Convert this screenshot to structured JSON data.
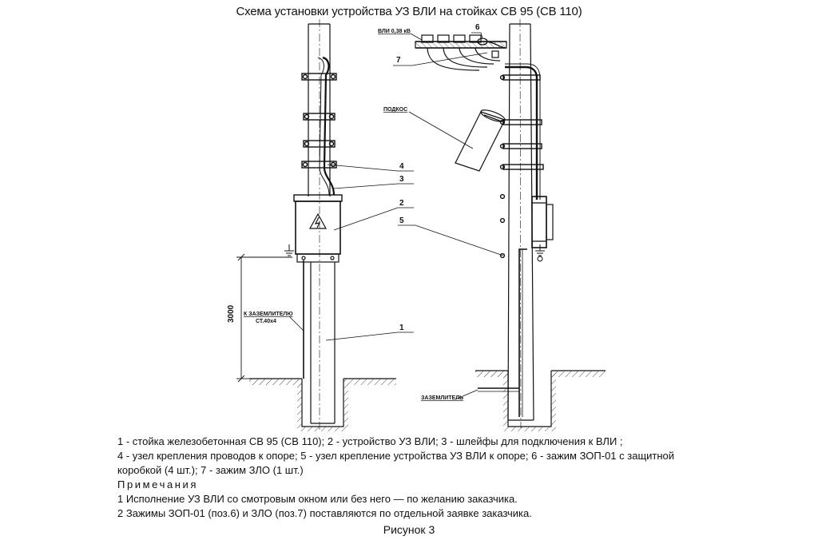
{
  "title": "Схема установки устройства УЗ ВЛИ на стойках СВ 95 (СВ 110)",
  "labels": {
    "vli": "ВЛИ 0,38 кВ",
    "podkos": "ПОДКОС",
    "zazemlitel": "ЗАЗЕМЛИТЕЛЬ",
    "k_zazemlitelyu": "К ЗАЗЕМЛИТЕЛЮ",
    "st40x4": "СТ.40х4",
    "dimension": "3000"
  },
  "callouts": {
    "c1": "1",
    "c2": "2",
    "c3": "3",
    "c4": "4",
    "c5": "5",
    "c6": "6",
    "c7": "7"
  },
  "legend": {
    "line1": "1 - стойка железобетонная СВ 95 (СВ 110); 2 - устройство УЗ ВЛИ; 3 - шлейфы для подключения к ВЛИ ;",
    "line2": "4 - узел крепления проводов к опоре; 5 - узел крепление устройства УЗ ВЛИ к опоре; 6 - зажим ЗОП-01 с защитной",
    "line3": "коробкой (4 шт.); 7 - зажим ЗЛО (1 шт.)"
  },
  "notes": {
    "heading": "Примечания",
    "note1": "1 Исполнение УЗ ВЛИ со смотровым окном или без него — по желанию заказчика.",
    "note2": "2 Зажимы ЗОП-01 (поз.6) и ЗЛО (поз.7) поставляются по отдельной заявке заказчика."
  },
  "figure_caption": "Рисунок 3"
}
